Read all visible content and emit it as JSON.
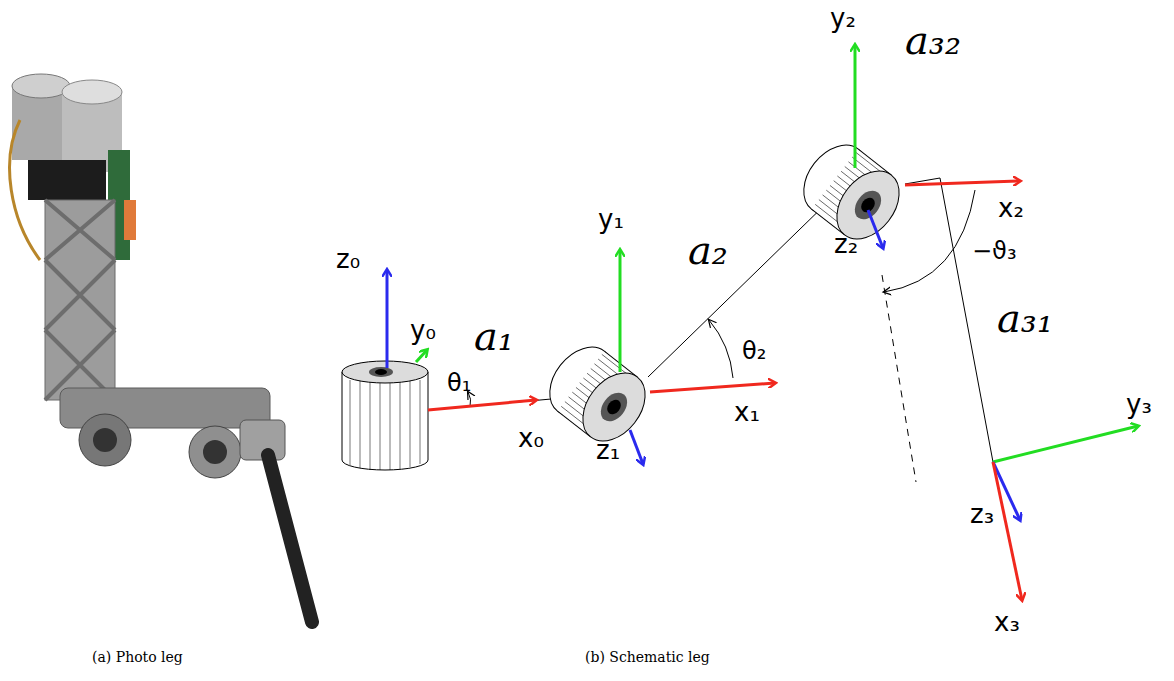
{
  "diagram": {
    "labels": [
      "z₀",
      "y₀",
      "a₁",
      "θ₁",
      "x₀",
      "y₁",
      "a₂",
      "θ₂",
      "x₁",
      "z₁",
      "y₂",
      "a₃₂",
      "x₂",
      "z₂",
      "−ϑ₃",
      "a₃₁",
      "y₃",
      "z₃",
      "x₃",
      "(a) Photo leg",
      "(b) Schematic leg"
    ]
  }
}
